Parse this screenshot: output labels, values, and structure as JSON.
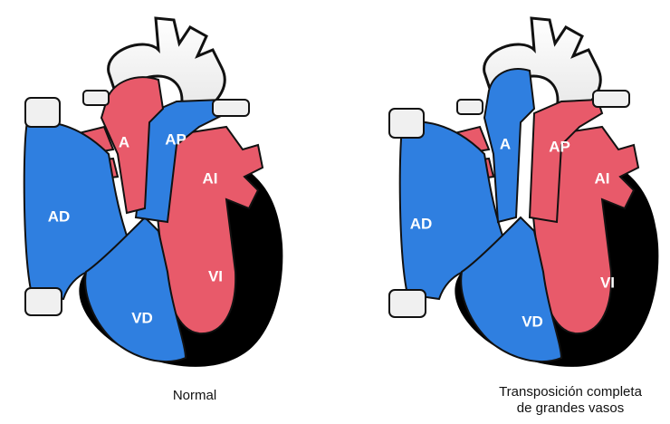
{
  "colors": {
    "oxygenated": "#e85a6a",
    "deoxygenated": "#2f7fe0",
    "muscle": "#000000",
    "vessel_outline": "#111111",
    "background": "#ffffff"
  },
  "panels": [
    {
      "labels": {
        "aorta": "A",
        "pulmonary_artery": "AP",
        "right_atrium": "AD",
        "left_atrium": "AI",
        "right_ventricle": "VD",
        "left_ventricle": "VI"
      },
      "caption": "Normal"
    },
    {
      "labels": {
        "aorta": "A",
        "pulmonary_artery": "AP",
        "right_atrium": "AD",
        "left_atrium": "AI",
        "right_ventricle": "VD",
        "left_ventricle": "VI"
      },
      "caption_lines": [
        "Transposición completa",
        "de grandes vasos"
      ]
    }
  ]
}
